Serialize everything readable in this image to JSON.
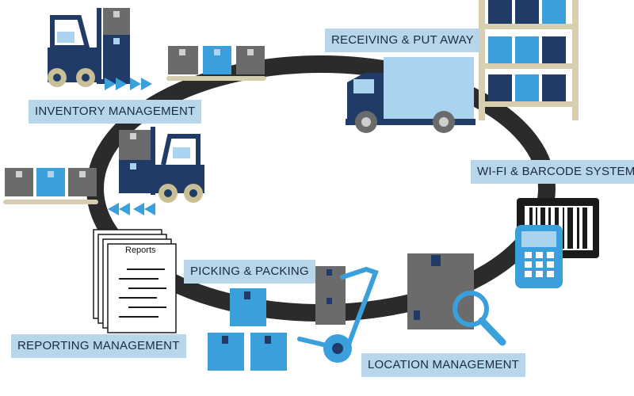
{
  "stages": {
    "receiving": "RECEIVING & PUT AWAY",
    "wifi": "WI-FI & BARCODE SYSTEM",
    "location": "LOCATION MANAGEMENT",
    "picking": "PICKING & PACKING",
    "reporting": "REPORTING MANAGEMENT",
    "inventory": "INVENTORY MANAGEMENT"
  },
  "reports_doc": {
    "title": "Reports"
  },
  "icons": {
    "forklift": "forklift-icon",
    "truck": "delivery-truck-icon",
    "shelf": "storage-rack-icon",
    "barcode": "barcode-icon",
    "scanner": "barcode-scanner-icon",
    "magnifier": "magnifier-icon",
    "hand_truck": "hand-truck-icon",
    "conveyor": "conveyor-belt-icon",
    "document": "report-document-icon"
  },
  "colors": {
    "ring": "#2b2b2b",
    "navy": "#1f3b66",
    "light_blue": "#3aa0dc",
    "pale_blue": "#a9d3ee",
    "gray_box": "#6b6b6b",
    "label_bg": "#b7d6e9",
    "wheel": "#c8bf96",
    "rack": "#d7cfae"
  }
}
